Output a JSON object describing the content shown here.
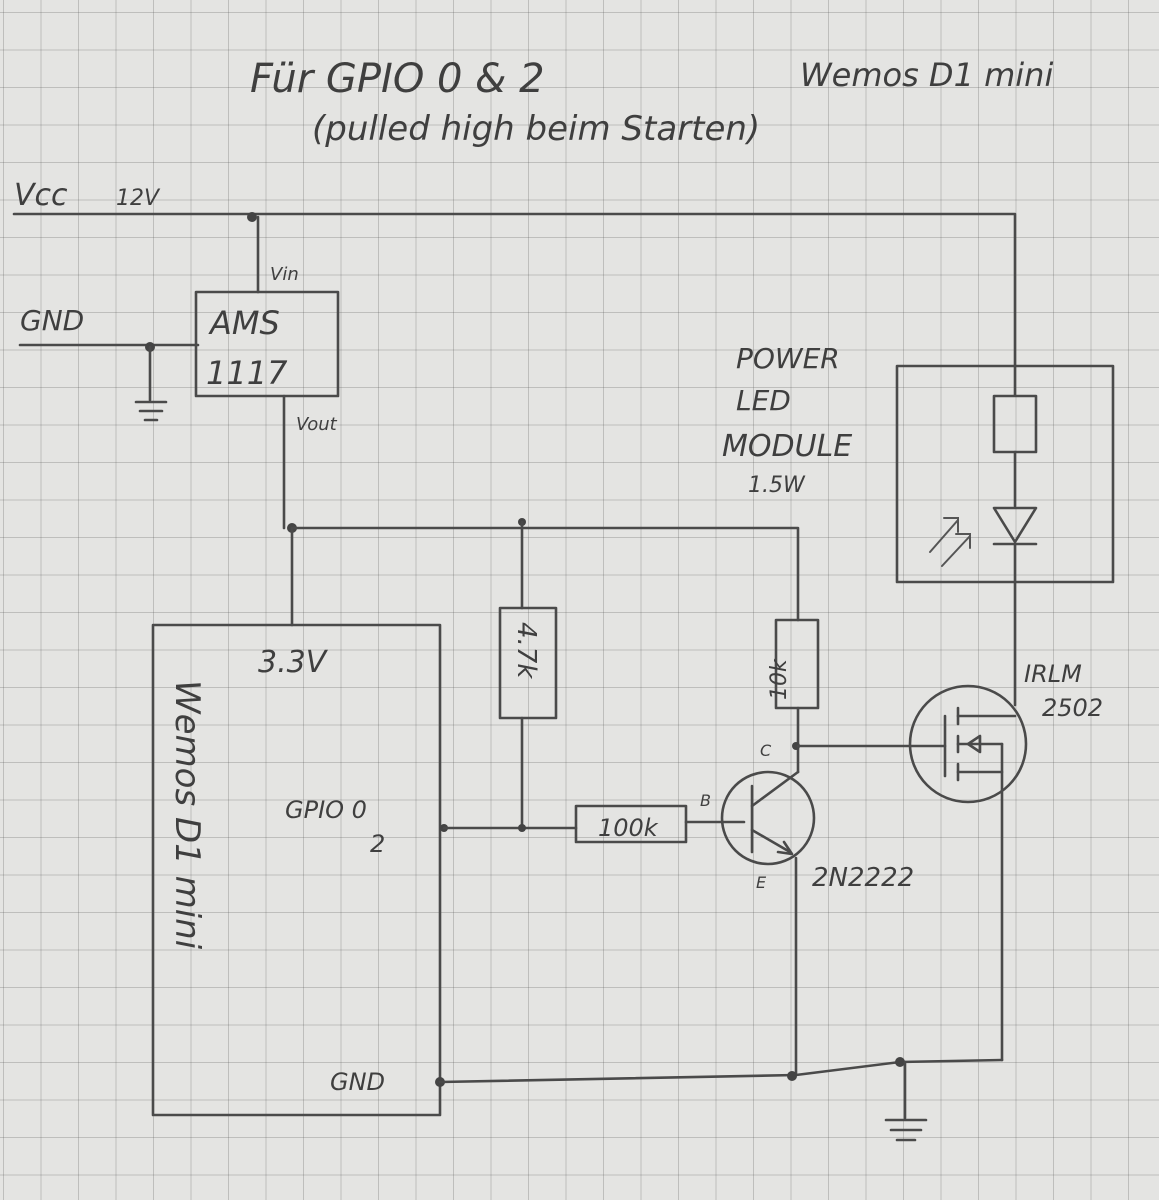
{
  "title": {
    "line1": "Für   GPIO  0 & 2",
    "line2": "(pulled high beim Starten)",
    "board_name": "Wemos D1 mini"
  },
  "power": {
    "vcc_label": "Vcc",
    "vcc_value": "12V",
    "gnd_label": "GND"
  },
  "regulator": {
    "name_line1": "AMS",
    "name_line2": "1117",
    "vin_label": "Vin",
    "vout_label": "Vout"
  },
  "wemos": {
    "name": "Wemos D1 mini",
    "pin_3v3": "3.3V",
    "pin_gpio_line1": "GPIO 0",
    "pin_gpio_line2": "2",
    "pin_gnd": "GND"
  },
  "resistors": {
    "pullup": "4.7k",
    "collector": "10k",
    "base": "100k"
  },
  "transistor": {
    "name": "2N2222",
    "pin_b": "B",
    "pin_c": "C",
    "pin_e": "E"
  },
  "mosfet": {
    "name_line1": "IRLM",
    "name_line2": "2502"
  },
  "led_module": {
    "line1": "POWER",
    "line2": "LED",
    "line3": "MODULE",
    "line4": "1.5W"
  }
}
